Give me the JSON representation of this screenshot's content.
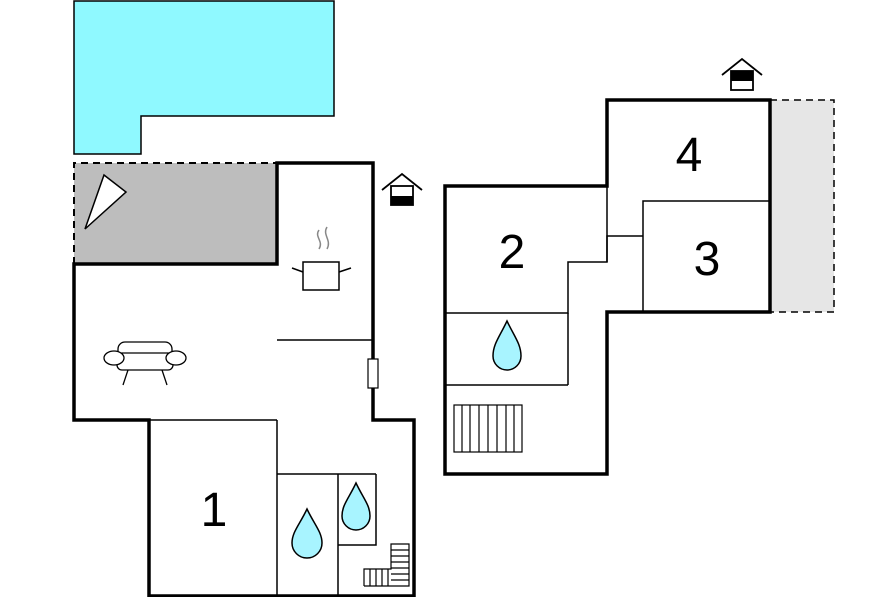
{
  "colors": {
    "pool": "#8ff9ff",
    "terrace": "#bdbdbd",
    "outdoor_area": "#e6e6e6",
    "wall": "#000000",
    "water": "#a8f4ff"
  },
  "rooms": {
    "room_1": "1",
    "room_2": "2",
    "room_3": "3",
    "room_4": "4"
  },
  "icons": {
    "entrance": "house-entrance-icon",
    "kitchen": "cooking-pot-icon",
    "living": "sofa-icon",
    "bathroom": "water-drop-icon",
    "stairs": "stairs-icon",
    "terrace": "sunshade-icon"
  }
}
